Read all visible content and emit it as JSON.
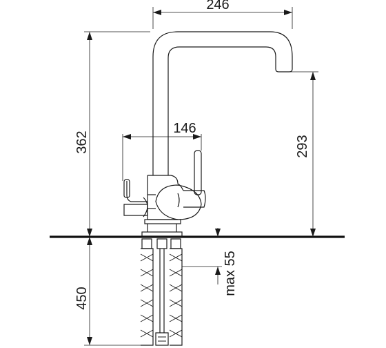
{
  "drawing": {
    "dimensions": {
      "spout_reach": "246",
      "total_height": "362",
      "spout_height": "293",
      "handle_span": "146",
      "hose_length": "450",
      "max_countertop": "max 55"
    }
  }
}
